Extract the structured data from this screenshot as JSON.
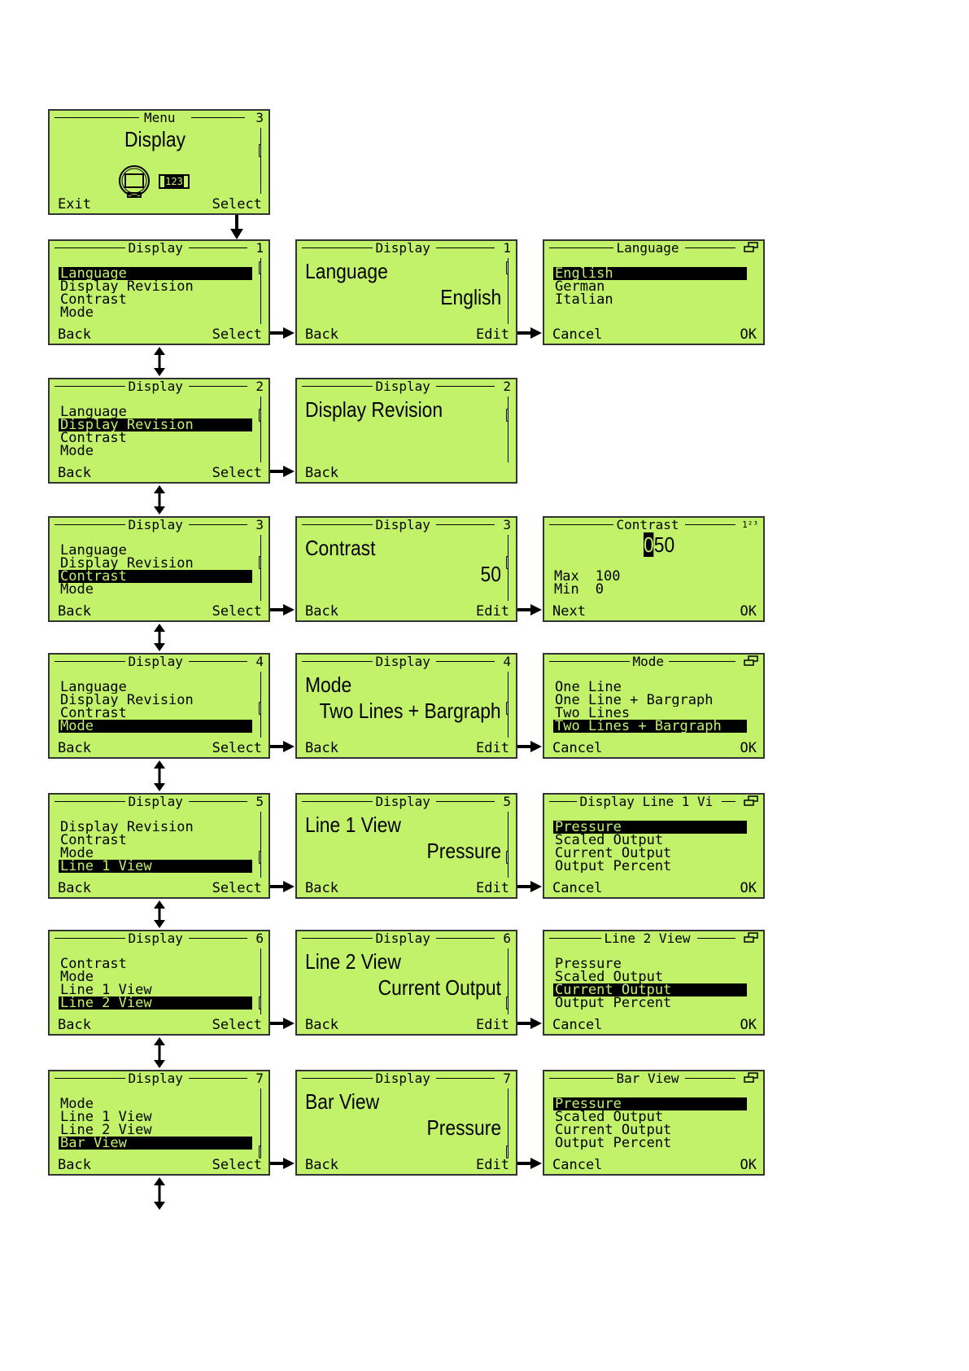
{
  "menu": {
    "title": "Menu",
    "number": "3",
    "heading": "Display",
    "icon_label": "123",
    "left": "Exit",
    "right": "Select"
  },
  "common": {
    "display": "Display",
    "back": "Back",
    "select": "Select",
    "edit": "Edit",
    "cancel": "Cancel",
    "ok": "OK",
    "next": "Next"
  },
  "rows": [
    {
      "num": "1",
      "list": [
        "Language",
        "Display Revision",
        "Contrast",
        "Mode"
      ],
      "sel": 0,
      "detail_label": "Language",
      "detail_value": "English",
      "editor": {
        "title": "Language",
        "items": [
          "English",
          "German",
          "Italian"
        ],
        "sel": 0
      }
    },
    {
      "num": "2",
      "list": [
        "Language",
        "Display Revision",
        "Contrast",
        "Mode"
      ],
      "sel": 1,
      "detail_label": "Display Revision",
      "detail_value": ""
    },
    {
      "num": "3",
      "list": [
        "Language",
        "Display Revision",
        "Contrast",
        "Mode"
      ],
      "sel": 2,
      "detail_label": "Contrast",
      "detail_value": "50",
      "editor": {
        "title": "Contrast",
        "value": "050",
        "max_label": "Max",
        "max": "100",
        "min_label": "Min",
        "min": "0",
        "sup": "1²³"
      }
    },
    {
      "num": "4",
      "list": [
        "Language",
        "Display Revision",
        "Contrast",
        "Mode"
      ],
      "sel": 3,
      "detail_label": "Mode",
      "detail_value": "Two Lines + Bargraph",
      "editor": {
        "title": "Mode",
        "items": [
          "One Line",
          "One Line + Bargraph",
          "Two Lines",
          "Two Lines + Bargraph"
        ],
        "sel": 3
      }
    },
    {
      "num": "5",
      "list": [
        "Display Revision",
        "Contrast",
        "Mode",
        "Line 1 View"
      ],
      "sel": 3,
      "detail_label": "Line 1 View",
      "detail_value": "Pressure",
      "editor": {
        "title": "Display Line 1 Vi",
        "items": [
          "Pressure",
          "Scaled Output",
          "Current Output",
          "Output Percent"
        ],
        "sel": 0
      }
    },
    {
      "num": "6",
      "list": [
        "Contrast",
        "Mode",
        "Line 1 View",
        "Line 2 View"
      ],
      "sel": 3,
      "detail_label": "Line 2 View",
      "detail_value": "Current Output",
      "editor": {
        "title": "Line 2 View",
        "items": [
          "Pressure",
          "Scaled Output",
          "Current Output",
          "Output Percent"
        ],
        "sel": 2
      }
    },
    {
      "num": "7",
      "list": [
        "Mode",
        "Line 1 View",
        "Line 2 View",
        "Bar View"
      ],
      "sel": 3,
      "detail_label": "Bar View",
      "detail_value": "Pressure",
      "editor": {
        "title": "Bar View",
        "items": [
          "Pressure",
          "Scaled Output",
          "Current Output",
          "Output Percent"
        ],
        "sel": 0
      }
    }
  ]
}
